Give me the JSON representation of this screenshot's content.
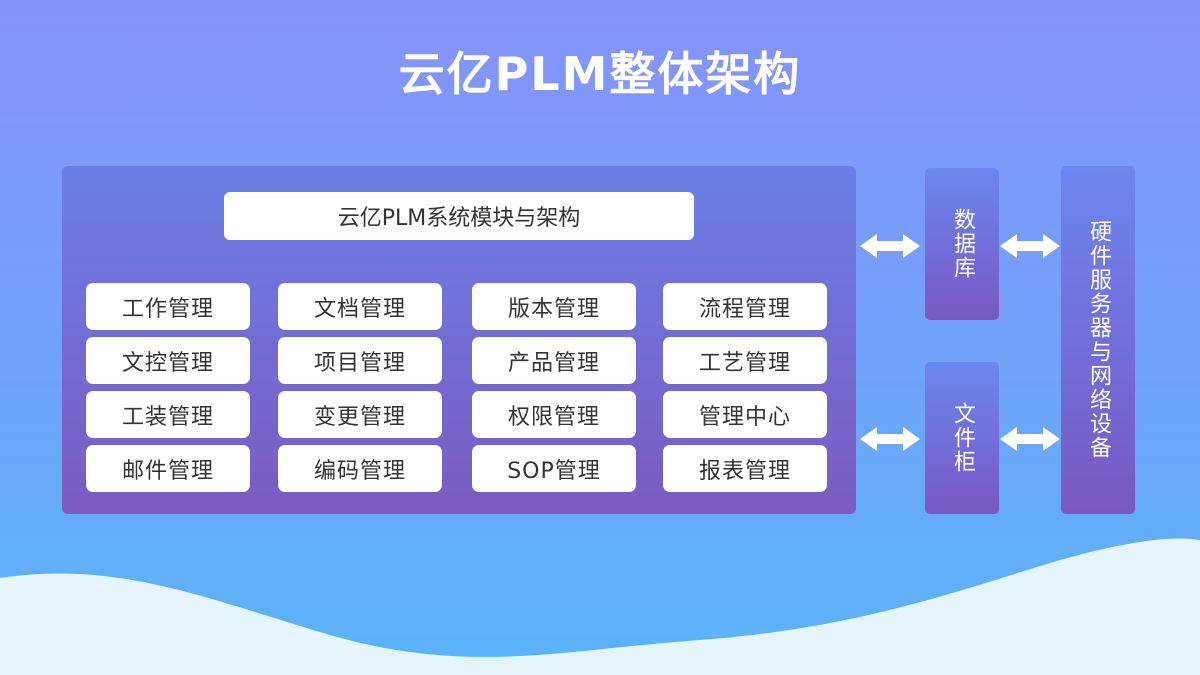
{
  "title": "云亿PLM整体架构",
  "system": {
    "header": "云亿PLM系统模块与架构",
    "modules": [
      [
        "工作管理",
        "文档管理",
        "版本管理",
        "流程管理"
      ],
      [
        "文控管理",
        "项目管理",
        "产品管理",
        "工艺管理"
      ],
      [
        "工装管理",
        "变更管理",
        "权限管理",
        "管理中心"
      ],
      [
        "邮件管理",
        "编码管理",
        "SOP管理",
        "报表管理"
      ]
    ]
  },
  "database": "数据库",
  "file_cabinet": "文件柜",
  "hardware": "硬件服务器与网络设备",
  "colors": {
    "background_top": "#8692fb",
    "background_bottom": "#5ab4f8",
    "panel_top": "#6b7fe6",
    "panel_bottom": "#7a5bc1",
    "wave": "#e6f4fb"
  }
}
